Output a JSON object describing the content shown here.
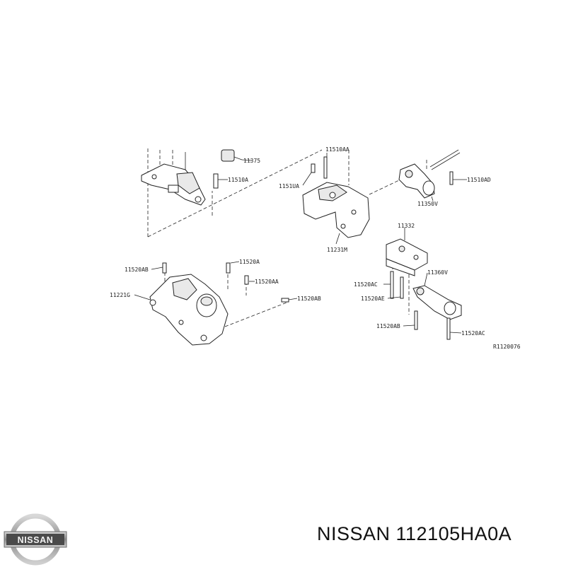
{
  "caption": "NISSAN 112105HA0A",
  "logo": {
    "text": "NISSAN"
  },
  "diagram_ref": "R1120076",
  "labels": {
    "l11375": "11375",
    "l11510A": "11510A",
    "l1151UA": "1151UA",
    "l11510AA": "11510AA",
    "l11231M": "11231M",
    "l11510AD": "11510AD",
    "l11350V": "11350V",
    "l11332": "11332",
    "l11520AB_top": "11520AB",
    "l11520A": "11520A",
    "l11520AA": "11520AA",
    "l11221G": "11221G",
    "l11520AB_mid": "11520AB",
    "l11520AC_left": "11520AC",
    "l11520AE": "11520AE",
    "l11360V": "11360V",
    "l11520AB_bottom": "11520AB",
    "l11520AC_right": "11520AC"
  }
}
